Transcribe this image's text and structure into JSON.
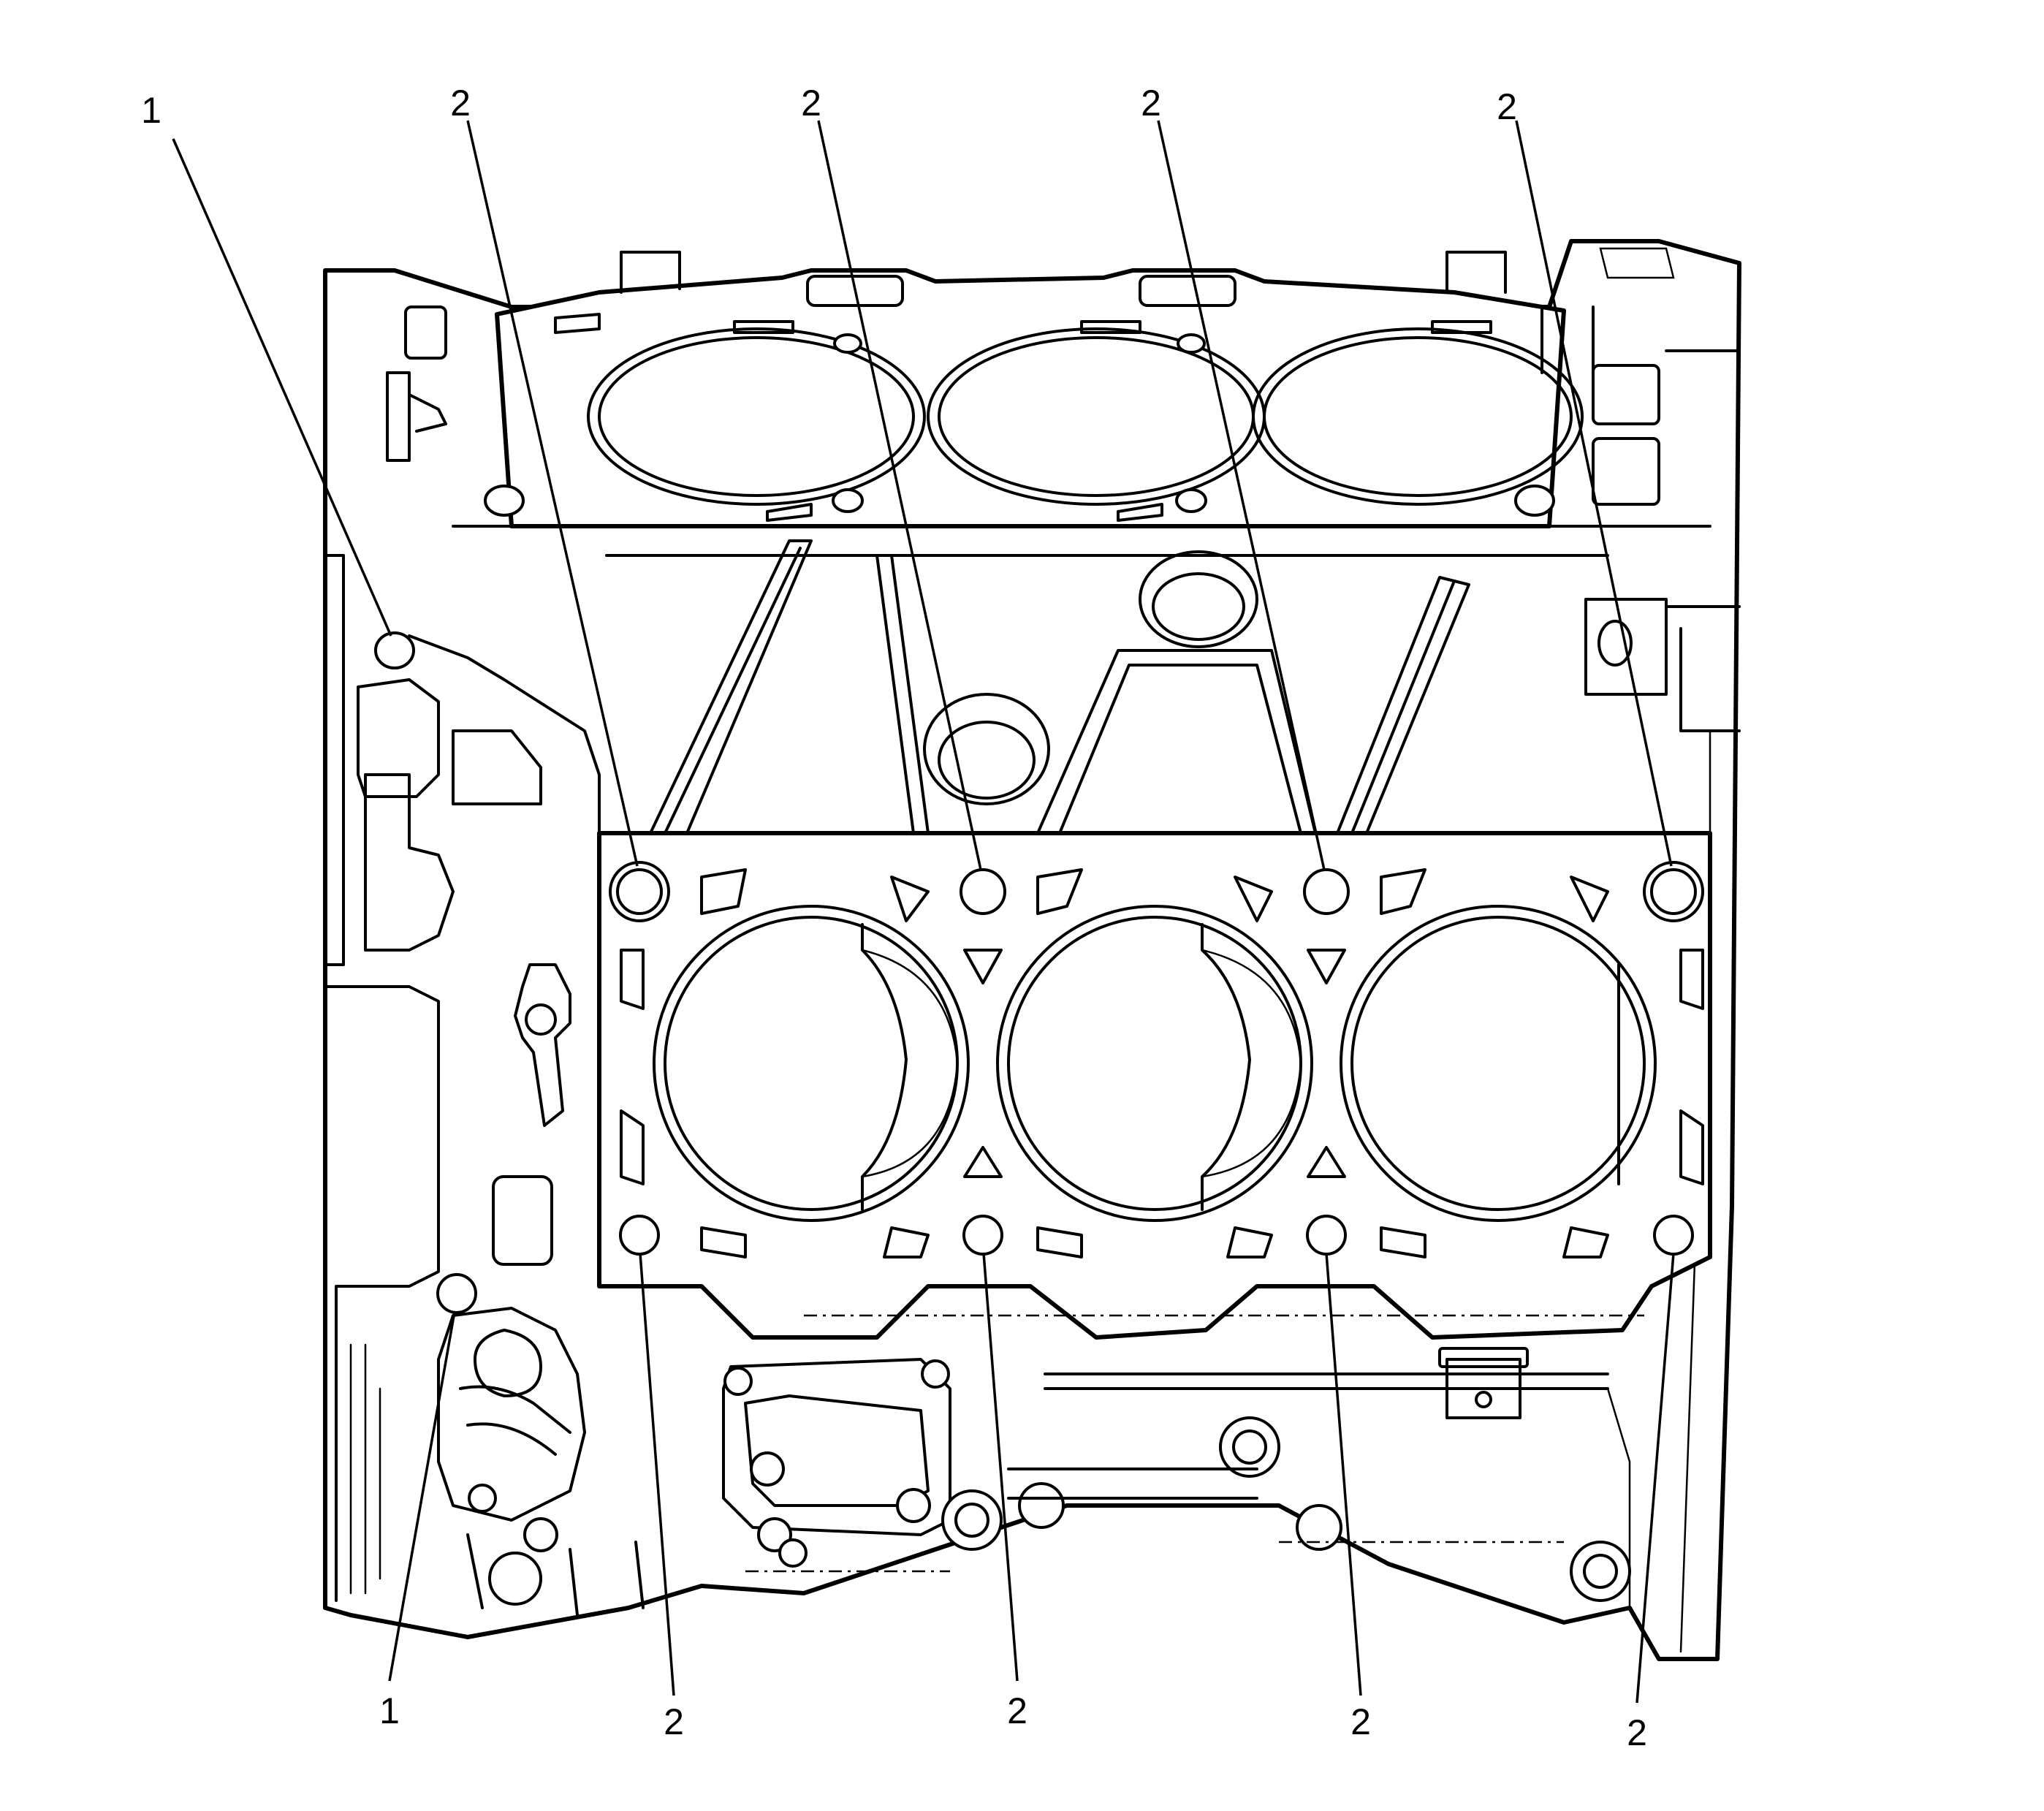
{
  "diagram": {
    "callouts": [
      {
        "id": "c1",
        "label": "1"
      },
      {
        "id": "c2",
        "label": "2"
      },
      {
        "id": "c3",
        "label": "2"
      },
      {
        "id": "c4",
        "label": "2"
      },
      {
        "id": "c5",
        "label": "2"
      },
      {
        "id": "c6",
        "label": "1"
      },
      {
        "id": "c7",
        "label": "2"
      },
      {
        "id": "c8",
        "label": "2"
      },
      {
        "id": "c9",
        "label": "2"
      },
      {
        "id": "c10",
        "label": "2"
      }
    ]
  }
}
